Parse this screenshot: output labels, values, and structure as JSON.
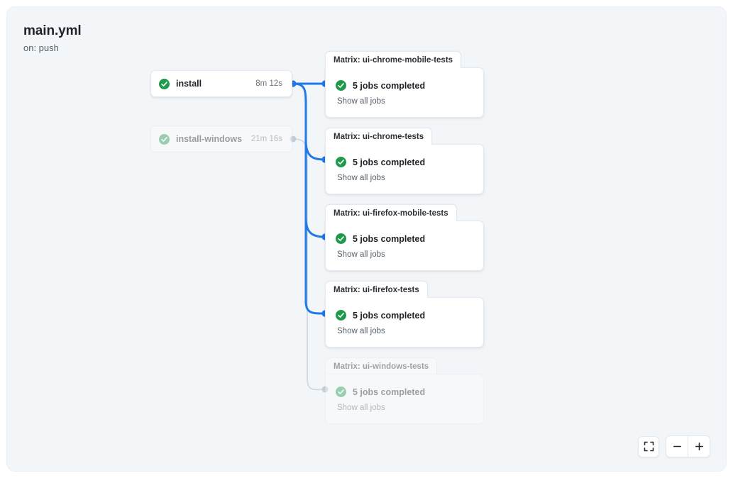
{
  "workflow": {
    "title": "main.yml",
    "trigger": "on: push"
  },
  "jobs": [
    {
      "name": "install",
      "duration": "8m 12s",
      "status_icon": "check-circle-success-icon",
      "state": "active"
    },
    {
      "name": "install-windows",
      "duration": "21m 16s",
      "status_icon": "check-circle-success-icon",
      "state": "dimmed"
    }
  ],
  "matrix_cards": [
    {
      "tab_label": "Matrix: ui-chrome-mobile-tests",
      "status_text": "5 jobs completed",
      "status_icon": "check-circle-success-icon",
      "link_label": "Show all jobs",
      "state": "active"
    },
    {
      "tab_label": "Matrix: ui-chrome-tests",
      "status_text": "5 jobs completed",
      "status_icon": "check-circle-success-icon",
      "link_label": "Show all jobs",
      "state": "active"
    },
    {
      "tab_label": "Matrix: ui-firefox-mobile-tests",
      "status_text": "5 jobs completed",
      "status_icon": "check-circle-success-icon",
      "link_label": "Show all jobs",
      "state": "active"
    },
    {
      "tab_label": "Matrix: ui-firefox-tests",
      "status_text": "5 jobs completed",
      "status_icon": "check-circle-success-icon",
      "link_label": "Show all jobs",
      "state": "active"
    },
    {
      "tab_label": "Matrix: ui-windows-tests",
      "status_text": "5 jobs completed",
      "status_icon": "check-circle-success-icon",
      "link_label": "Show all jobs",
      "state": "dimmed"
    }
  ],
  "controls": {
    "fit_view_icon": "fit-screen-icon",
    "zoom_out_icon": "minus-icon",
    "zoom_in_icon": "plus-icon"
  },
  "colors": {
    "canvas_background": "#f3f6f9",
    "edge_active": "#1f79e8",
    "edge_dimmed": "#d3d9e0",
    "success_green": "#1f9a4d",
    "card_border": "#e4e9ef",
    "text_primary": "#1f2328",
    "text_muted": "#57606a"
  }
}
